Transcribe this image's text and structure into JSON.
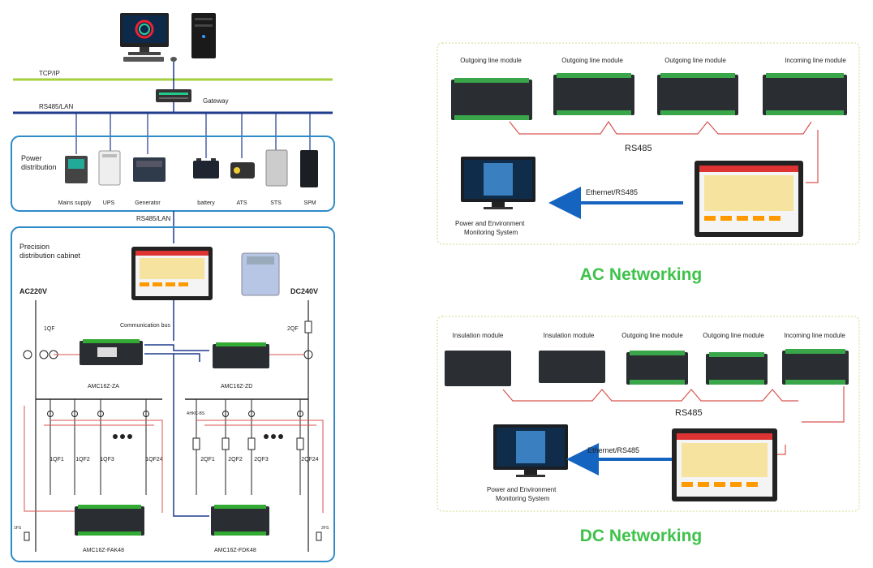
{
  "left": {
    "tcpip": "TCP/IP",
    "gateway": "Gateway",
    "rs485_lan_top": "RS485/LAN",
    "rs485_lan_mid": "RS485/LAN",
    "power_box_title_1": "Power",
    "power_box_title_2": "distribution",
    "power_items": [
      "Mains supply",
      "UPS",
      "Generator",
      "battery",
      "ATS",
      "STS",
      "SPM"
    ],
    "cabinet_title_1": "Precision",
    "cabinet_title_2": "distribution cabinet",
    "ac_voltage": "AC220V",
    "dc_voltage": "DC240V",
    "communication_bus": "Communication bus",
    "ac_breaker": "1QF",
    "dc_breaker": "2QF",
    "ac_module": "AMC16Z-ZA",
    "dc_module": "AMC16Z-ZD",
    "ac_branches": [
      "1QF1",
      "1QF2",
      "1QF3",
      "1QF24"
    ],
    "dc_branches": [
      "2QF1",
      "2QF2",
      "2QF3",
      "2QF24"
    ],
    "dc_sensor": "AHKC-BS",
    "ac_feeder_module": "AMC16Z-FAK48",
    "dc_feeder_module": "AMC16Z-FDK48",
    "ac_fuse": "1FS",
    "dc_fuse": "2FS"
  },
  "ac": {
    "modules": [
      "Outgoing line module",
      "Outgoing line module",
      "Outgoing line module",
      "Incoming line module"
    ],
    "rs485": "RS485",
    "ethernet": "Ethernet/RS485",
    "monitor_1": "Power and Environment",
    "monitor_2": "Monitoring System",
    "title": "AC Networking"
  },
  "dc": {
    "modules": [
      "Insulation module",
      "Insulation module",
      "Outgoing line module",
      "Outgoing line module",
      "Incoming line module"
    ],
    "rs485": "RS485",
    "ethernet": "Ethernet/RS485",
    "monitor_1": "Power and Environment",
    "monitor_2": "Monitoring System",
    "title": "DC Networking"
  },
  "colors": {
    "tcp_line": "#a6cf3f",
    "bus_line": "#1f3b8c",
    "box_border": "#2e8bc8",
    "red_wire": "#d9534f",
    "title_green": "#3ec24a",
    "arrow_blue": "#1565c0",
    "dotted_border": "#cfd98a"
  }
}
